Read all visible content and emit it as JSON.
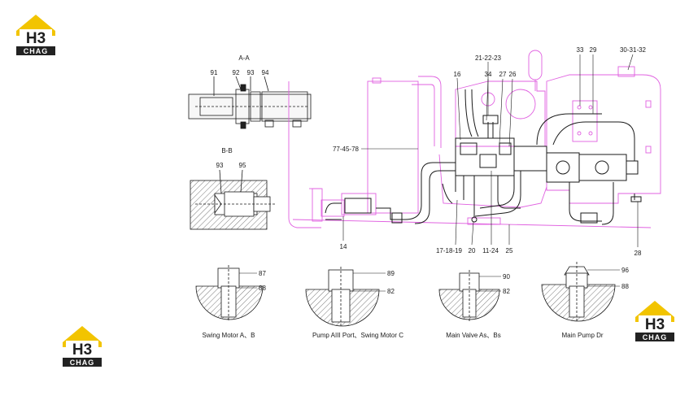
{
  "logo": {
    "text": "CHAG",
    "mark": "H3"
  },
  "section_aa": {
    "title": "A-A",
    "labels": [
      "91",
      "92",
      "93",
      "94"
    ]
  },
  "section_bb": {
    "title": "B-B",
    "labels": [
      "93",
      "95"
    ]
  },
  "main_labels": {
    "l21_22_23": "21-22-23",
    "l33": "33",
    "l29": "29",
    "l30_31_32": "30-31-32",
    "l16": "16",
    "l34": "34",
    "l27": "27",
    "l26": "26",
    "l77_45_78": "77-45-78",
    "l14": "14",
    "l17_18_19": "17-18-19",
    "l20": "20",
    "l11_24": "11-24",
    "l25": "25",
    "l28": "28"
  },
  "details": [
    {
      "top": "87",
      "bottom": "88",
      "caption": "Swing Motor A、B"
    },
    {
      "top": "89",
      "bottom": "82",
      "caption": "Pump AIII Port、Swing Motor C"
    },
    {
      "top": "90",
      "bottom": "82",
      "caption": "Main Valve As、Bs"
    },
    {
      "top": "96",
      "bottom": "88",
      "caption": "Main Pump Dr"
    }
  ],
  "colors": {
    "outline": "#e060e0",
    "line": "#1a1a1a",
    "logo_yellow": "#f2c400",
    "logo_dark": "#222222"
  }
}
